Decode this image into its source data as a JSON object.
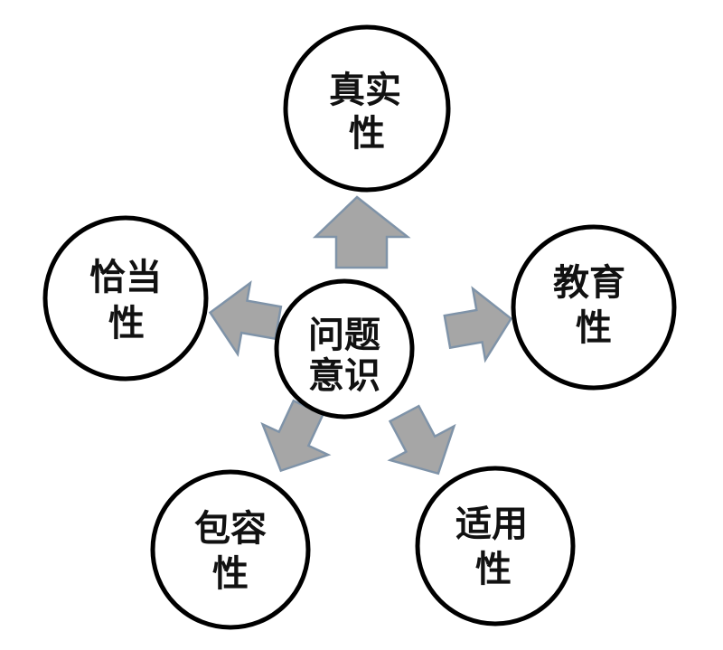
{
  "colors": {
    "arrow_fill": "#a6a6a6",
    "arrow_stroke": "#7f93a8",
    "circle_stroke": "#000000",
    "circle_fill": "#ffffff",
    "text": "#111111"
  },
  "center": {
    "line1": "问题",
    "line2": "意识"
  },
  "nodes": {
    "top": {
      "line1": "真实",
      "line2": "性"
    },
    "upper_right": {
      "line1": "教育",
      "line2": "性"
    },
    "lower_right": {
      "line1": "适用",
      "line2": "性"
    },
    "lower_left": {
      "line1": "包容",
      "line2": "性"
    },
    "upper_left": {
      "line1": "恰当",
      "line2": "性"
    }
  }
}
